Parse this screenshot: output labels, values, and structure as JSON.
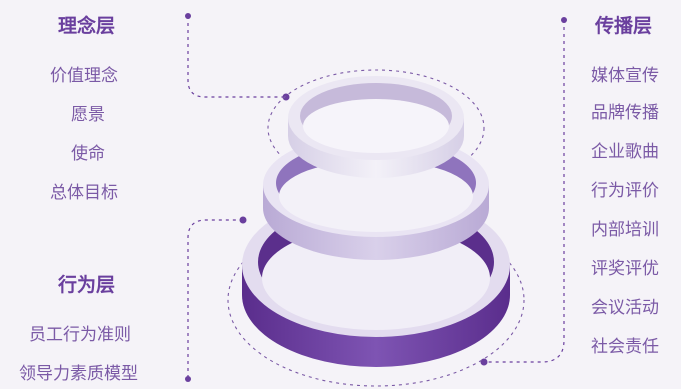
{
  "left_top": {
    "title": "理念层",
    "items": [
      "价值理念",
      "愿景",
      "使命",
      "总体目标"
    ]
  },
  "left_bottom": {
    "title": "行为层",
    "items": [
      "员工行为准则",
      "领导力素质模型"
    ]
  },
  "right": {
    "title": "传播层",
    "items": [
      "媒体宣传",
      "品牌传播",
      "企业歌曲",
      "行为评价",
      "内部培训",
      "评奖评优",
      "会议活动",
      "社会责任"
    ]
  },
  "colors": {
    "title": "#6a3f9e",
    "text": "#7b5aa6",
    "ring_light": "#e8e4f2",
    "ring_mid": "#c9bde0",
    "ring_dark": "#6e3fa0",
    "leader": "#6a3f9e"
  }
}
